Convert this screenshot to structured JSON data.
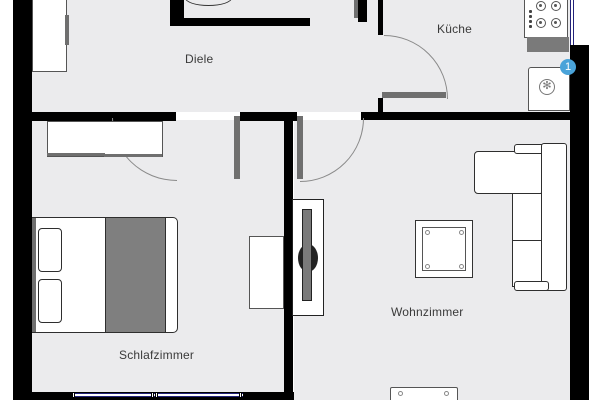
{
  "floorplan": {
    "rooms": [
      {
        "id": "diele",
        "label": "Diele"
      },
      {
        "id": "kueche",
        "label": "Küche"
      },
      {
        "id": "schlafzimmer",
        "label": "Schlafzimmer"
      },
      {
        "id": "wohnzimmer",
        "label": "Wohnzimmer"
      }
    ],
    "markers": [
      {
        "id": "marker-1",
        "label": "1",
        "color": "#4aa3d9",
        "room": "kueche"
      }
    ],
    "furniture": {
      "diele": [
        "wardrobe",
        "bathroom-fixture-partial"
      ],
      "kueche": [
        "stove-4-burner",
        "washing-machine"
      ],
      "schlafzimmer": [
        "wardrobe",
        "double-bed",
        "dresser",
        "window"
      ],
      "wohnzimmer": [
        "tv-unit",
        "side-table",
        "corner-sofa",
        "dining-table"
      ]
    },
    "colors": {
      "wall": "#000000",
      "floor": "#ebebed",
      "door_leaf": "#6f6f6f",
      "window": "#23237a",
      "bed_blanket": "#7f7f7f",
      "marker": "#4aa3d9"
    }
  }
}
